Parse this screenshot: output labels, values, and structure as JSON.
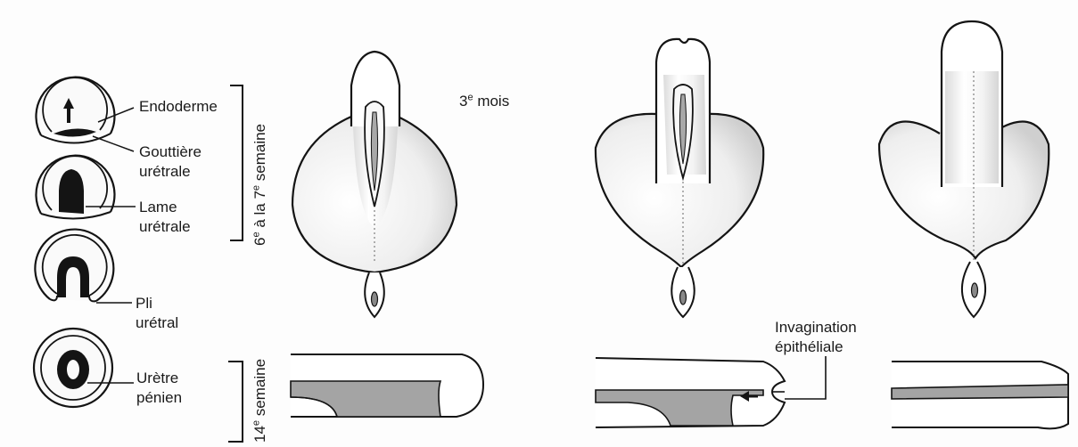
{
  "labels": {
    "endoderme": "Endoderme",
    "gouttiere_line1": "Gouttière",
    "gouttiere_line2": "urétrale",
    "lame_line1": "Lame",
    "lame_line2": "urétrale",
    "pli_line1": "Pli",
    "pli_line2": "urétral",
    "uretre_line1": "Urètre",
    "uretre_line2": "pénien",
    "mois_num": "3",
    "mois_sup": "e",
    "mois_word": " mois",
    "invagination_line1": "Invagination",
    "invagination_line2": "épithéliale"
  },
  "brackets": {
    "early_a": "6",
    "early_a_sup": "e",
    "early_b": " à la 7",
    "early_b_sup": "e",
    "early_c": " semaine",
    "late_a": "14",
    "late_a_sup": "e",
    "late_b": " semaine"
  },
  "colors": {
    "ink": "#141414",
    "tissue": "#f2f2f2",
    "shade": "#c9c9c9",
    "groove": "#a8a8a8",
    "band": "#9a9a9a"
  }
}
